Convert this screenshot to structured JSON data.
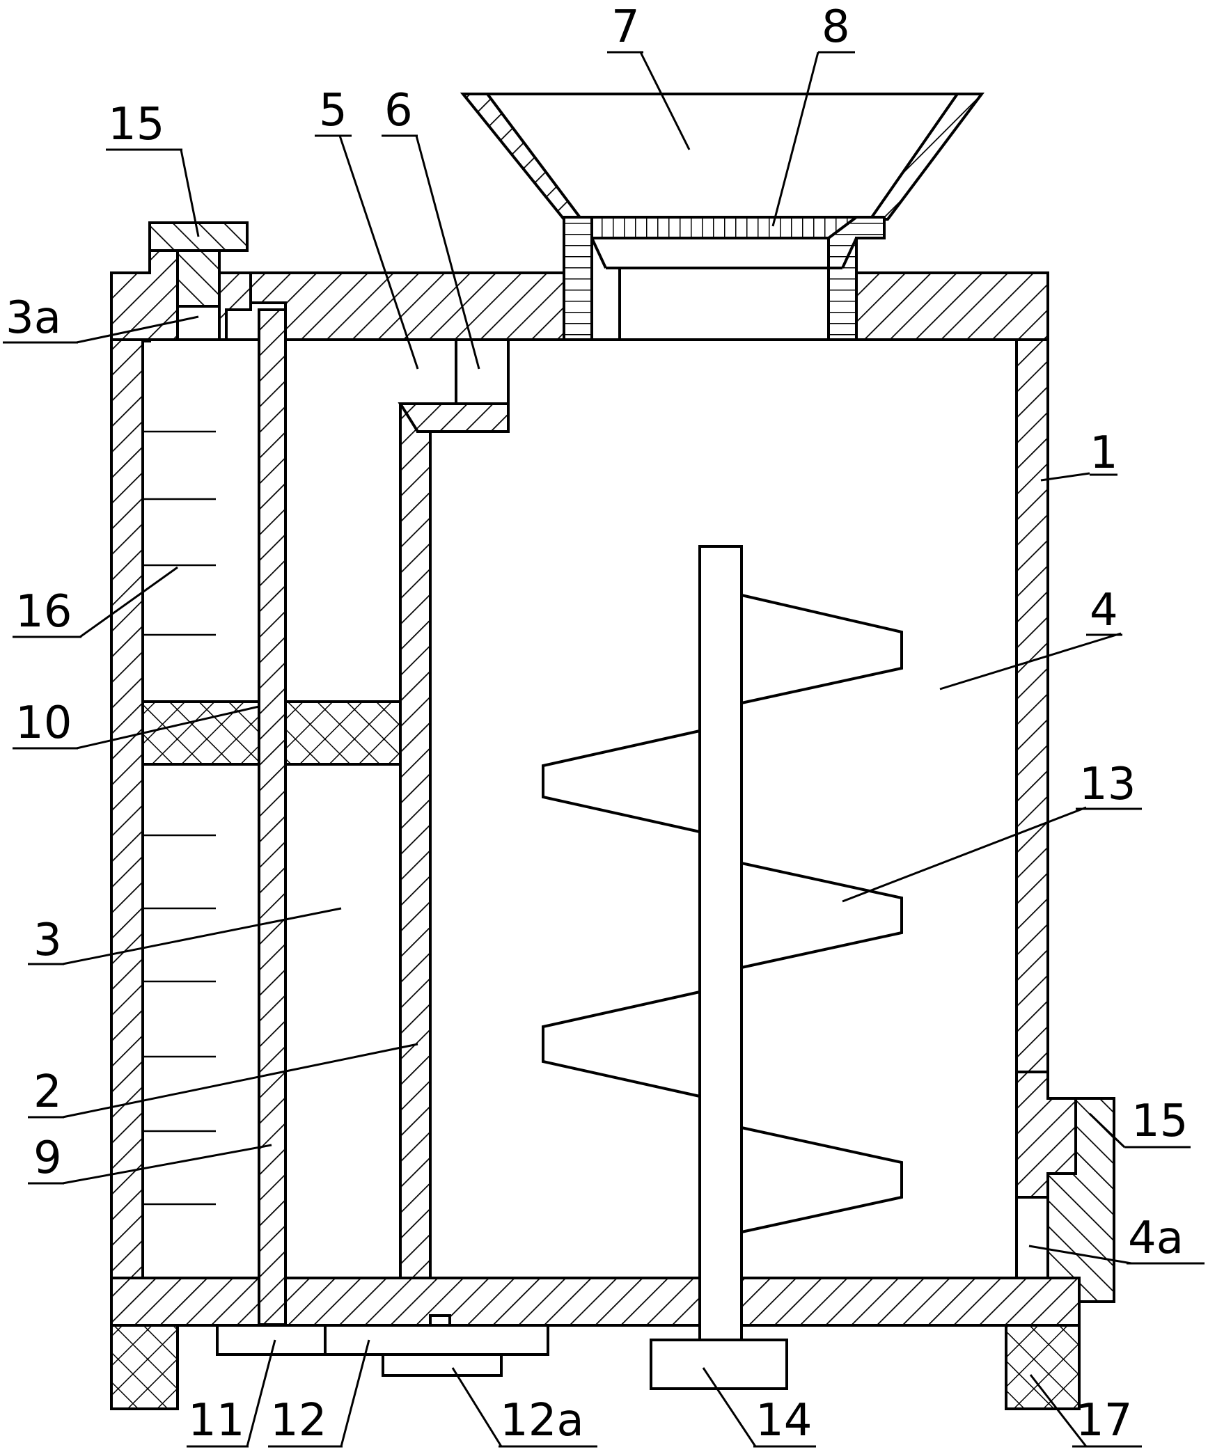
{
  "labels": {
    "l1": "1",
    "l2": "2",
    "l3": "3",
    "l3a": "3a",
    "l4": "4",
    "l4a": "4a",
    "l5": "5",
    "l6": "6",
    "l7": "7",
    "l8": "8",
    "l9": "9",
    "l10": "10",
    "l11": "11",
    "l12": "12",
    "l12a": "12a",
    "l13": "13",
    "l14": "14",
    "l15_top": "15",
    "l15_right": "15",
    "l16": "16",
    "l17": "17"
  }
}
